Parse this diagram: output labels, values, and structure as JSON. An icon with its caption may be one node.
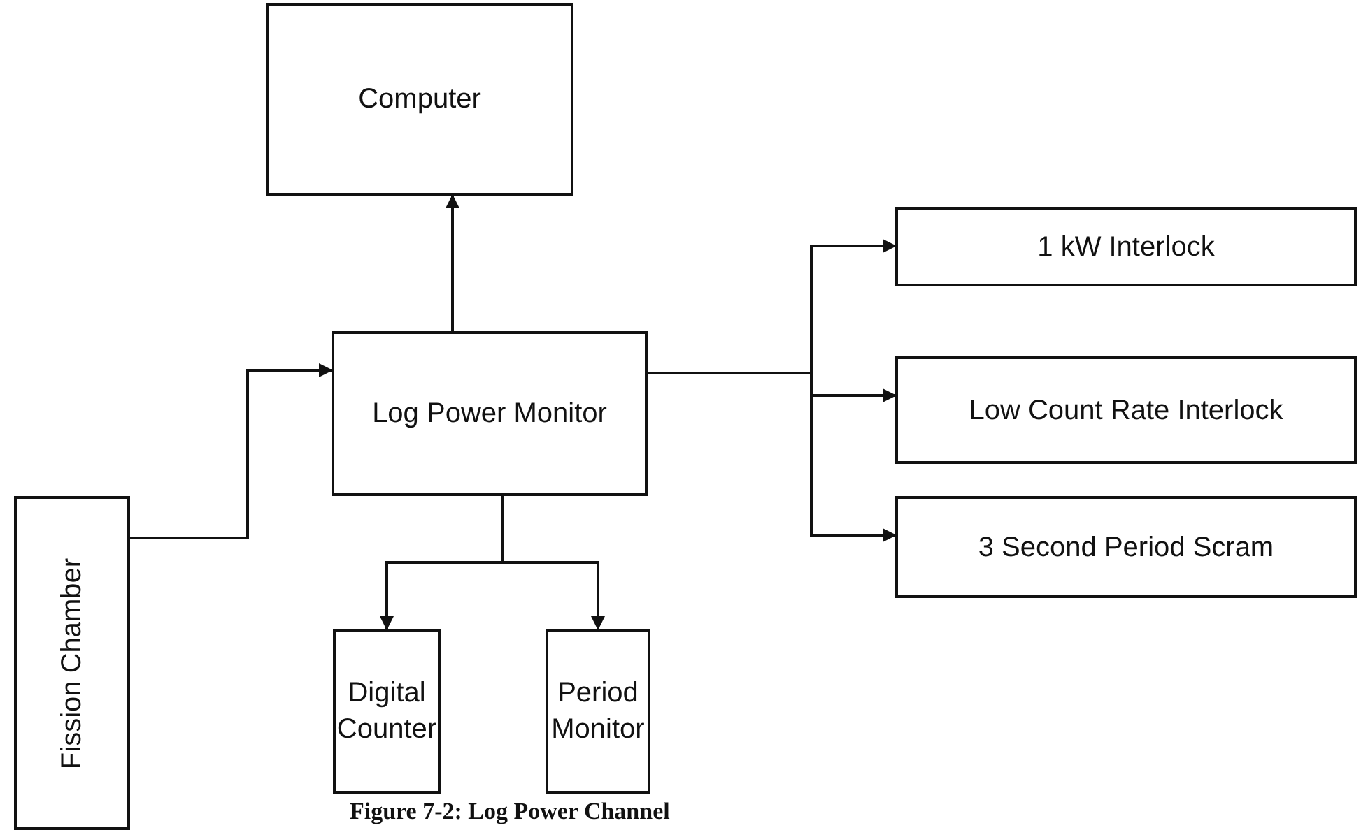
{
  "diagram": {
    "caption": "Figure 7-2: Log Power Channel",
    "nodes": [
      {
        "text": [
          "Computer"
        ]
      },
      {
        "text": [
          "1 kW Interlock"
        ]
      },
      {
        "text": [
          "Log Power Monitor"
        ]
      },
      {
        "text": [
          "Low Count Rate Interlock"
        ]
      },
      {
        "text": [
          "3 Second Period Scram"
        ]
      },
      {
        "text": [
          "Fission Chamber"
        ]
      },
      {
        "text": [
          "Digital Counter"
        ]
      },
      {
        "text": [
          "Period Monitor"
        ]
      }
    ],
    "edges": [
      {
        "from": 5,
        "to": 2,
        "arrow": "to"
      },
      {
        "from": 2,
        "to": 0,
        "arrow": "to"
      },
      {
        "from": 2,
        "to": 1,
        "arrow": "to"
      },
      {
        "from": 2,
        "to": 3,
        "arrow": "to"
      },
      {
        "from": 2,
        "to": 4,
        "arrow": "to"
      },
      {
        "from": 2,
        "to": 6,
        "arrow": "to"
      },
      {
        "from": 2,
        "to": 7,
        "arrow": "to"
      }
    ]
  }
}
